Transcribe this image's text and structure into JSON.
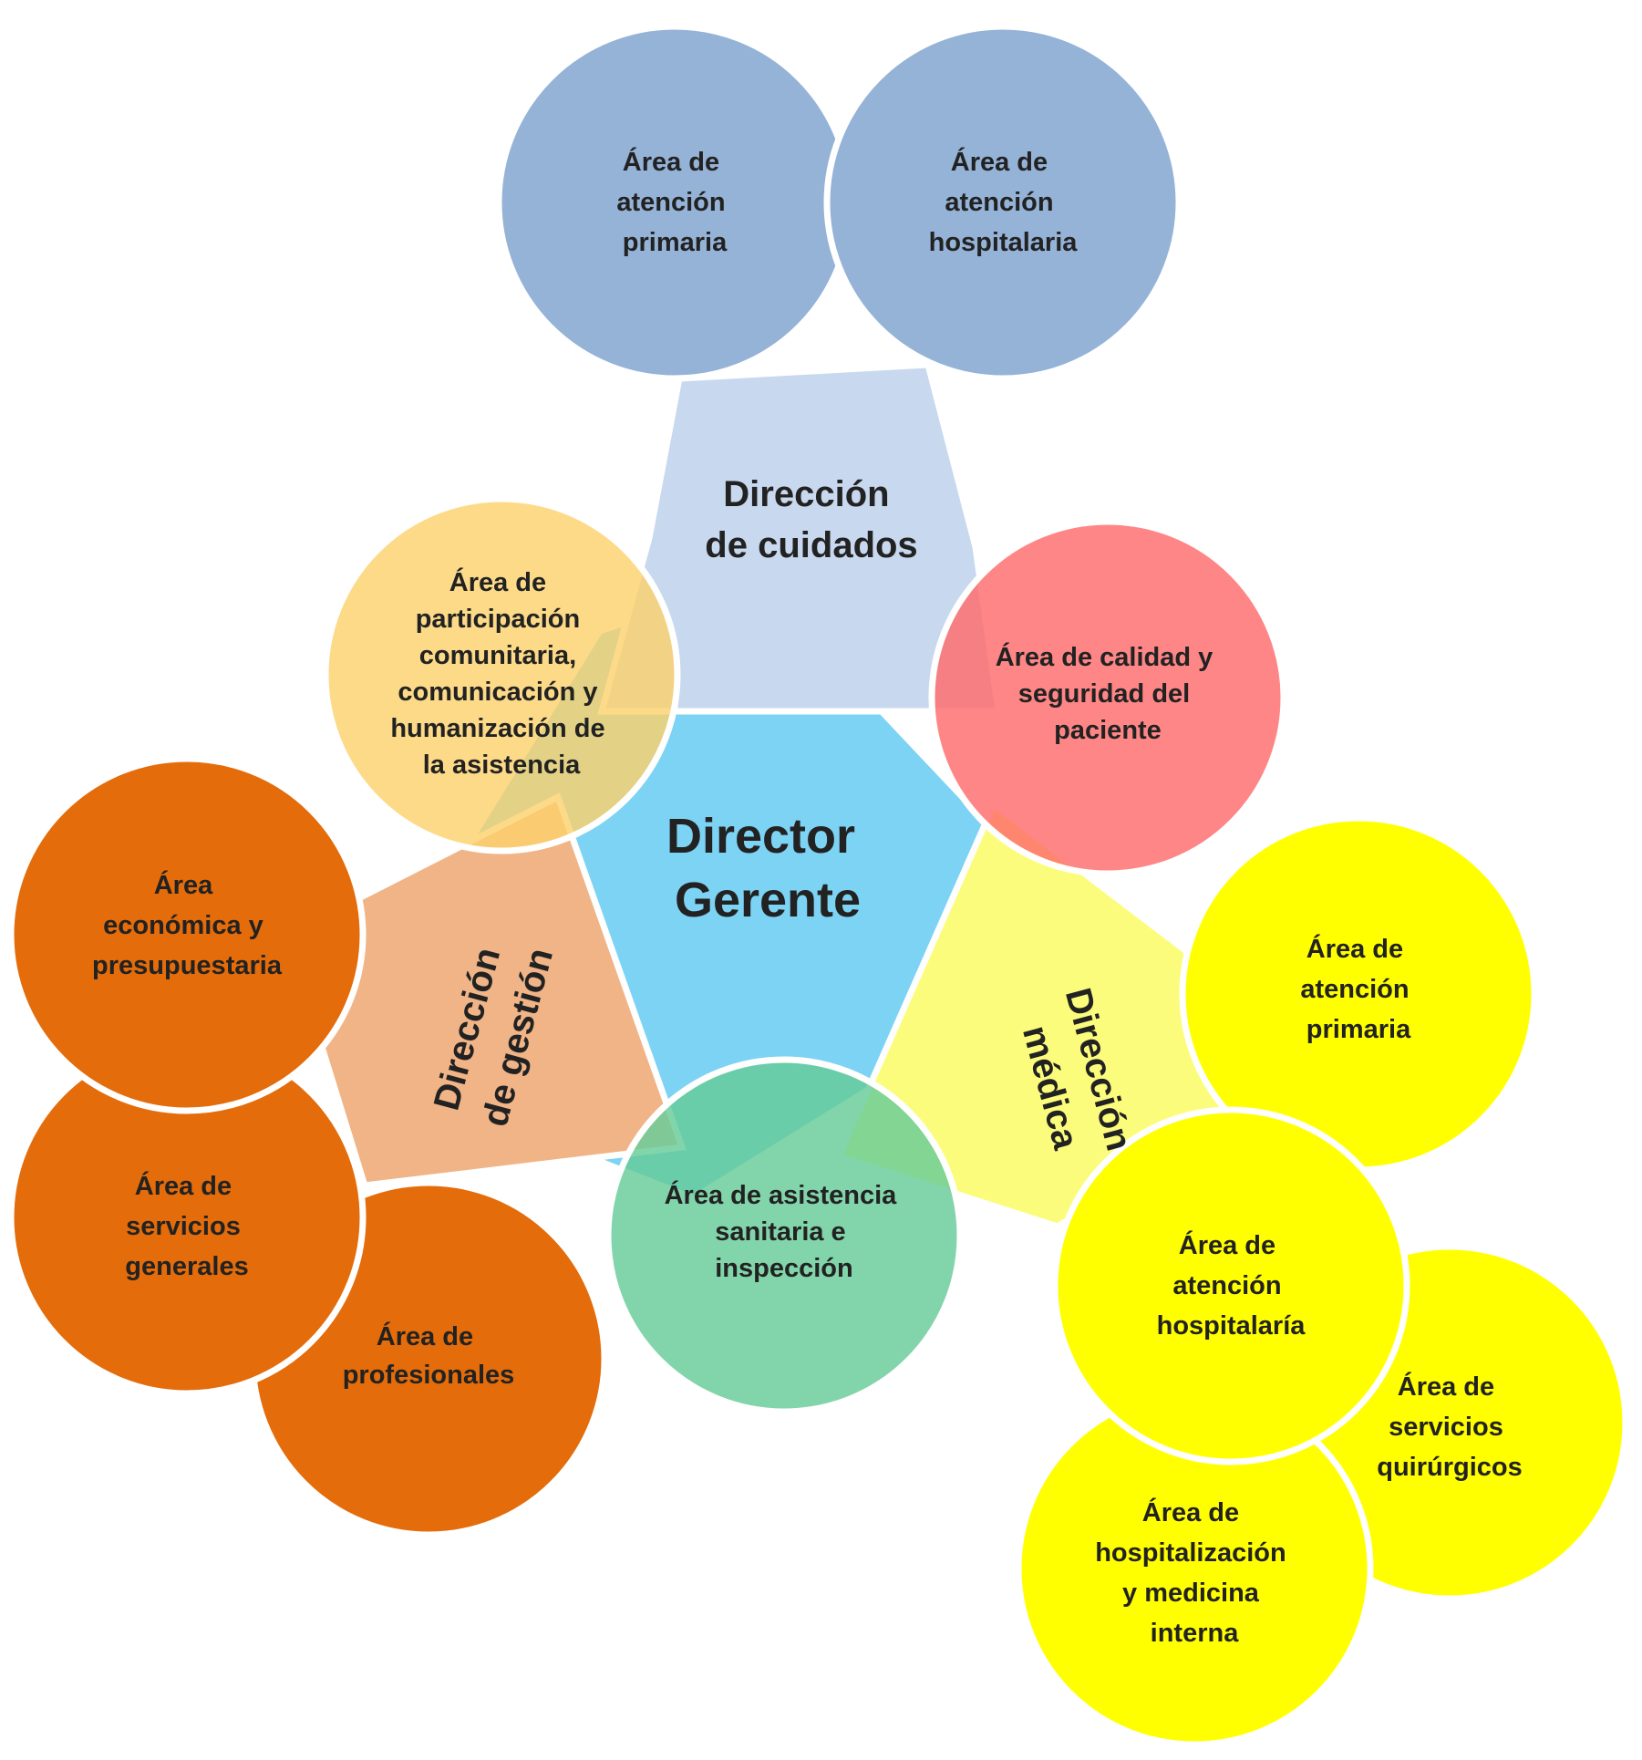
{
  "colors": {
    "center": "#7dd3f4",
    "cuidados_panel": "#c8d8ef",
    "cuidados_circle": "#95b3d7",
    "medica_panel": "#fcfc7c",
    "medica_circle": "#ffff00",
    "gestion_panel": "#f0b487",
    "gestion_circle": "#e46c0a",
    "participacion": "#fdd16a",
    "calidad": "#ff6b6b",
    "asistencia": "#66cc99"
  },
  "center": {
    "lines": [
      "Director",
      "Gerente"
    ]
  },
  "direcciones": {
    "cuidados": {
      "lines": [
        "Dirección",
        "de cuidados"
      ]
    },
    "medica": {
      "lines": [
        "Dirección",
        "médica"
      ]
    },
    "gestion": {
      "lines": [
        "Dirección",
        "de gestión"
      ]
    }
  },
  "areas": {
    "cuidados_primaria": {
      "lines": [
        "Área de",
        "atención",
        "primaria"
      ]
    },
    "cuidados_hospitalaria": {
      "lines": [
        "Área de",
        "atención",
        "hospitalaria"
      ]
    },
    "participacion": {
      "lines": [
        "Área de",
        "participación",
        "comunitaria,",
        "comunicación  y",
        "humanización de",
        "la asistencia"
      ]
    },
    "calidad": {
      "lines": [
        "Área de calidad y",
        "seguridad del",
        "paciente"
      ]
    },
    "asistencia": {
      "lines": [
        "Área de asistencia",
        "sanitaria e",
        "inspección"
      ]
    },
    "gestion_economica": {
      "lines": [
        "Área",
        "económica y",
        "presupuestaria"
      ]
    },
    "gestion_servicios": {
      "lines": [
        "Área de",
        "servicios",
        "generales"
      ]
    },
    "gestion_profesionales": {
      "lines": [
        "Área de",
        "profesionales"
      ]
    },
    "medica_primaria": {
      "lines": [
        "Área de",
        "atención",
        "primaria"
      ]
    },
    "medica_hospitalaria": {
      "lines": [
        "Área de",
        "atención",
        "hospitalaría"
      ]
    },
    "medica_quirurgicos": {
      "lines": [
        "Área de",
        "servicios",
        "quirúrgicos"
      ]
    },
    "medica_hospitalizacion": {
      "lines": [
        "Área de",
        "hospitalización",
        "y  medicina",
        "interna"
      ]
    }
  }
}
